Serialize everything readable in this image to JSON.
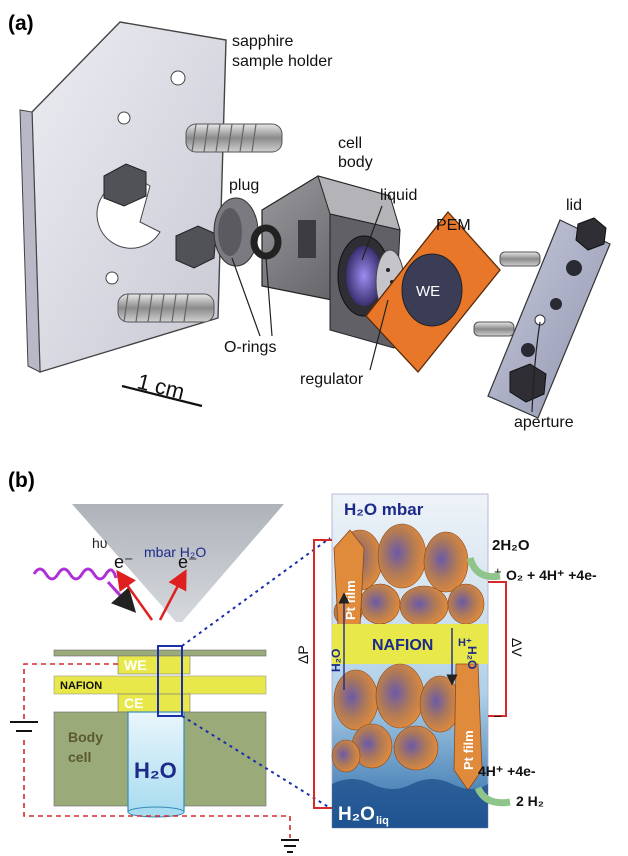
{
  "panel_a": {
    "tag": "(a)",
    "labels": {
      "holder_line1": "sapphire",
      "holder_line2": "sample holder",
      "cell_line1": "cell",
      "cell_line2": "body",
      "plug": "plug",
      "liquid": "liquid",
      "pem": "PEM",
      "lid": "lid",
      "we": "WE",
      "orings": "O-rings",
      "regulator": "regulator",
      "aperture": "aperture",
      "scale": "1 cm"
    }
  },
  "panel_b": {
    "tag": "(b)",
    "left": {
      "cone": "mbar H₂O",
      "h_nu": "hυ",
      "e1": "e⁻",
      "e2": "e⁻",
      "we": "WE",
      "nafion": "NAFION",
      "ce": "CE",
      "body1": "Body",
      "body2": "cell",
      "h2o": "H₂O"
    },
    "right": {
      "top": "H₂O mbar",
      "pt_top": "Pt film",
      "pt_bottom": "Pt film",
      "nafion": "NAFION",
      "h2o_left": "H₂O",
      "h2o_right": "H₂O",
      "hplus": "H⁺",
      "dp": "ΔP",
      "dv": "ΔV",
      "plus": "+",
      "minus": "–",
      "r1a": "2H₂O",
      "r1b": "O₂ + 4H⁺ +4e-",
      "r2a": "4H⁺ +4e-",
      "r2b": "2 H₂",
      "liq_main": "H₂O",
      "liq_sub": "liq"
    }
  },
  "colors": {
    "holder": "#dcdce6",
    "pem": "#e8772a",
    "nafion": "#e8e84a",
    "body_cell": "#9aaa78",
    "cone": "#b8bcc2",
    "wire": "#d42a2a",
    "dotted": "#1a2fa8",
    "arrow": "#e02020",
    "wave": "#b030d8",
    "green_arrow": "#8fc48a"
  }
}
